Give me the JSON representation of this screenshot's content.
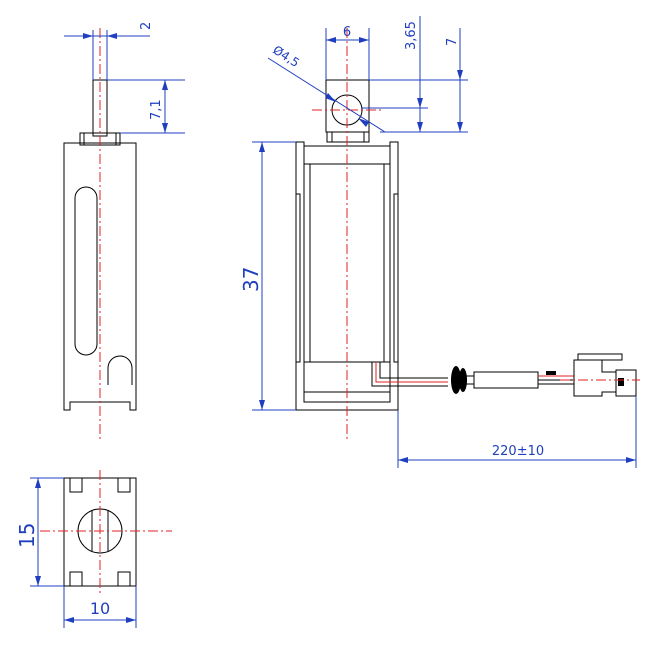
{
  "dimensions": {
    "plunger_width": "2",
    "plunger_height": "7,1",
    "head_width": "6",
    "head_diameter": "Ø4,5",
    "head_offset": "3,65",
    "head_height": "7",
    "body_length": "37",
    "wire_length": "220±10",
    "body_width": "15",
    "body_depth": "10"
  },
  "colors": {
    "outline": "#000000",
    "dimension": "#1f3fbf",
    "centerline": "#e02020"
  }
}
